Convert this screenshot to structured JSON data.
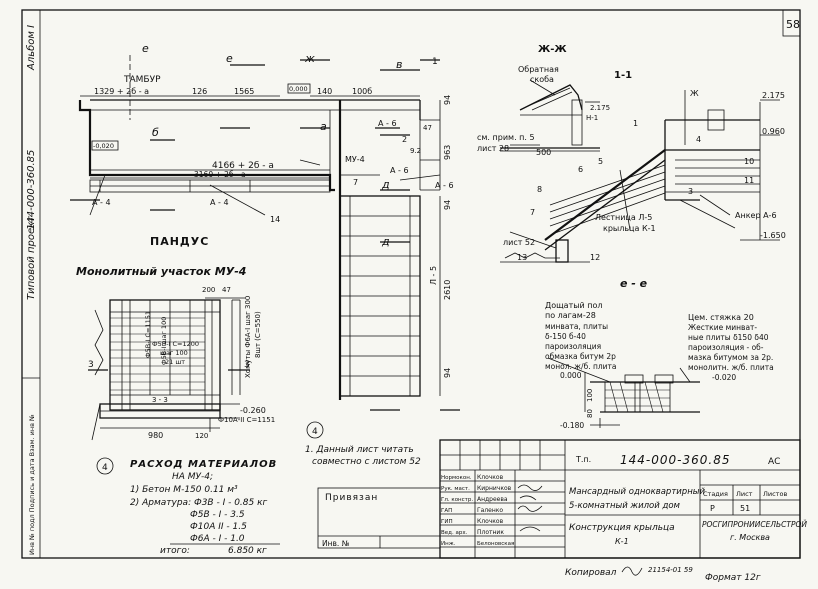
{
  "sheet_number": "58",
  "side": {
    "album": "Альбом I",
    "project_type": "Типовой проект",
    "project_code": "144-000-360.85",
    "stamp_box": "Инв № подл Подпись и дата Взам. инв №"
  },
  "plan": {
    "title": "ПАНДУС",
    "labels": {
      "tambur": "ТАМБУР",
      "dim_top_1": "1329 + 2б - а",
      "dim_top_2": "126",
      "dim_top_3": "1565",
      "mark_000": "0,000",
      "dim_top_4": "140",
      "dim_top_5": "100б",
      "mark_020": "-0,020",
      "dim_mid": "4166 + 2б - а",
      "dim_mid2": "3160 + 2б - а",
      "mu4": "МУ-4",
      "a4_1": "А - 4",
      "a4_2": "А - 4",
      "a6_1": "А - 6",
      "a6_2": "А - 6",
      "a6_3": "А - 6",
      "l5": "Л - 5",
      "n14": "14",
      "n7": "7",
      "n2": "2",
      "n1": "1",
      "dim_2610": "2610",
      "dim_94a": "94",
      "dim_94b": "94",
      "dim_94c": "94",
      "dim_963": "963",
      "dim_47": "47",
      "dim_92": "9.2",
      "sec_e": "е",
      "sec_b": "б",
      "sec_v": "в",
      "sec_a": "а",
      "sec_d": "д",
      "sec_zh": "ж"
    }
  },
  "mu4_detail": {
    "title": "Монолитный участок МУ-4",
    "labels": {
      "d1": "Ф5В-I С=1151",
      "d2": "Ф5В-I шаг 100",
      "d3": "Ф5В-I С=1200",
      "d4": "шаг 100",
      "d5": "21 шт",
      "d6": "Хомуты Ф6А-I шаг 300",
      "d7": "8шт (С=550)",
      "d8": "Ф10А-II С=1151",
      "d9": "200",
      "d10": "47",
      "d11": "980",
      "d12": "120",
      "d13": "-0.260",
      "d14": "3 - 3",
      "d15": "3",
      "d16": "4"
    }
  },
  "materials": {
    "title": "РАСХОД МАТЕРИАЛОВ",
    "subtitle": "НА МУ-4;",
    "line1": "1)  Бетон  М-150    0.11 м³",
    "line2": "2)  Арматура:  Ф3В - I  -  0.85 кг",
    "line3": "Ф5В - I  -  3.5",
    "line4": "Ф10А II  -  1.5",
    "line5": "Ф6А - I  -  1.0",
    "total_label": "итого:",
    "total_value": "6.850 кг"
  },
  "note": {
    "line1": "1. Данный лист читать",
    "line2": "совместно с листом 52"
  },
  "section_zh": {
    "title": "Ж-Ж",
    "label1": "Обратная",
    "label2": "скоба",
    "label3": "Н-1",
    "label4": "2.175",
    "label5": "см. прим. п. 5",
    "label6": "лист 28",
    "label7": "500"
  },
  "section_11": {
    "title": "1-1",
    "labels": {
      "a": "2.175",
      "b": "0.960",
      "c": "10",
      "d": "11",
      "e": "Анкер А-6",
      "f": "-1.650",
      "g": "Лестница Л-5",
      "h": "крыльца К-1",
      "i": "лист 52",
      "j": "13",
      "k": "12",
      "l": "8",
      "m": "7",
      "n": "6",
      "o": "5",
      "p": "3",
      "q": "1",
      "r": "4",
      "s": "Ж"
    }
  },
  "section_ee": {
    "title": "е - е",
    "left_1": "Дощатый пол",
    "left_2": "по лагам-28",
    "left_3": "минвата, плиты",
    "left_4": "δ-150  б-40",
    "left_5": "пароизоляция",
    "left_6": "обмазка битум 2р",
    "left_7": "монол. ж/б. плита",
    "left_8": "0.000",
    "right_1": "Цем. стяжка 20",
    "right_2": "Жесткие минват-",
    "right_3": "ные плиты δ150 δ40",
    "right_4": "пароизоляция - об-",
    "right_5": "мазка битумом за 2р.",
    "right_6": "монолитн. ж/б. плита",
    "right_7": "-0.020",
    "bottom_1": "-0.180",
    "bottom_2": "100",
    "bottom_3": "80"
  },
  "title_block": {
    "code": "144-000-360.85",
    "tp": "Т.п.",
    "ac": "АС",
    "privyazan": "Привязан",
    "inv": "Инв. №",
    "project_1": "Мансардный одноквартирный",
    "project_2": "5-комнатный жилой дом",
    "sheet_title_1": "Конструкция крыльца",
    "sheet_title_2": "К-1",
    "org_1": "РОСГИПРОНИИСЕЛЬСТРОЙ",
    "org_2": "г. Москва",
    "col_stage": "Стадия",
    "col_sheet": "Лист",
    "col_sheets": "Листов",
    "val_stage": "Р",
    "val_sheet": "51",
    "roles": [
      {
        "role": "Нормокон.",
        "name": "Клочков"
      },
      {
        "role": "Рук. маст.",
        "name": "Кирничков"
      },
      {
        "role": "Гл. констр.",
        "name": "Андреева"
      },
      {
        "role": "ГАП",
        "name": "Галенко"
      },
      {
        "role": "ГИП",
        "name": "Клочков"
      },
      {
        "role": "Вед. арх.",
        "name": "Плотник"
      },
      {
        "role": "Инж.",
        "name": "Белоновская"
      }
    ]
  },
  "footer": {
    "copied": "Копировал",
    "copied_num": "21154-01 59",
    "format": "Формат 12г"
  }
}
